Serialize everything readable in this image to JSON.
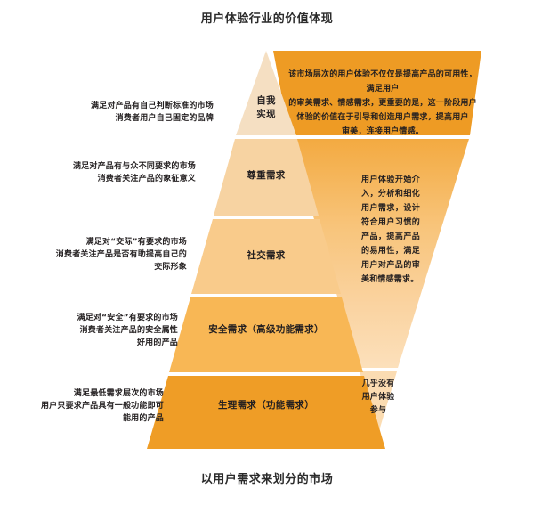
{
  "header": {
    "title": "用户体验行业的价值体现"
  },
  "footer": {
    "caption": "以用户需求来划分的市场"
  },
  "colors": {
    "tier1": "#f5dfc2",
    "tier2": "#f7d4a4",
    "tier3": "#f8cb8c",
    "tier4": "#f7b653",
    "tier5": "#ef9c24",
    "funnel_top": "#ee9b24",
    "funnel_mid_upper": "#f5b košile",
    "funnel_mid": "#f7bb62",
    "funnel_mid_lower": "#f9cf96",
    "funnel_bottom": "#fbdcb0",
    "background": "#ffffff",
    "text": "#231f20"
  },
  "pyramid": {
    "tiers": [
      {
        "id": "self-actualization",
        "label": "自我\n实现"
      },
      {
        "id": "esteem",
        "label": "尊重需求"
      },
      {
        "id": "social",
        "label": "社交需求"
      },
      {
        "id": "safety",
        "label": "安全需求（高级功能需求）"
      },
      {
        "id": "physiological",
        "label": "生理需求（功能需求）"
      }
    ]
  },
  "left_notes": [
    {
      "id": "note-self-actualization",
      "line1": "满足对产品有自己判断标准的市场",
      "line2": "消费者用户自己固定的品牌",
      "line3": ""
    },
    {
      "id": "note-esteem",
      "line1": "满足对产品有与众不同要求的市场",
      "line2": "消费者关注产品的象征意义",
      "line3": ""
    },
    {
      "id": "note-social",
      "line1": "满足对“交际”有要求的市场",
      "line2": "消费者关注产品是否有助提高自己的",
      "line3": "交际形象"
    },
    {
      "id": "note-safety",
      "line1": "满足对“安全”有要求的市场",
      "line2": "消费者关注产品的安全属性",
      "line3": "好用的产品"
    },
    {
      "id": "note-physiological",
      "line1": "满足最低需求层次的市场",
      "line2": "用户只要求产品具有一般功能即可",
      "line3": "能用的产品"
    }
  ],
  "funnel": {
    "top": {
      "id": "funnel-note-top",
      "line1": "该市场层次的用户体验不仅仅是提高产品的可用性，满足用户",
      "line2": "的审美需求、情感需求，更重要的是，这一阶段用户",
      "line3": "体验的价值在于引导和创造用户需求，提高用户",
      "line4": "审美，连接用户情感。"
    },
    "middle": {
      "id": "funnel-note-middle",
      "text": "用户体验开始介入，分析和细化用户需求，设计符合用户习惯的产品，提高产品的易用性，满足用户对产品的审美和情感需求。"
    },
    "bottom": {
      "id": "funnel-note-bottom",
      "line1": "几乎没有",
      "line2": "用户体验",
      "line3": "参与"
    }
  }
}
